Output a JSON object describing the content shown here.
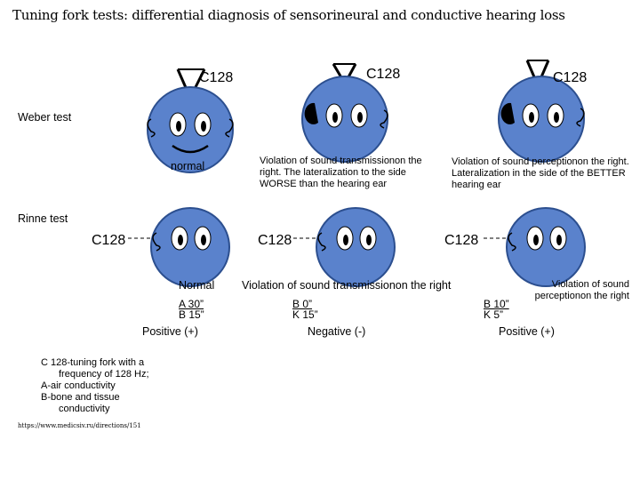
{
  "title": "Tuning fork tests: differential diagnosis of sensorineural and conductive hearing loss",
  "weber": {
    "label": "Weber test",
    "fork": "C128",
    "normal_label": "normal",
    "col2_text": "Violation of sound transmissionon the right. The lateralization to the side WORSE than the hearing ear",
    "col3_text": "Violation of sound perceptionon the right. Lateralization in the side of the BETTER hearing ear"
  },
  "rinne": {
    "label": "Rinne test",
    "fork": "C128",
    "cases": [
      {
        "caption": "Normal",
        "line1": "A 30”",
        "line2": "B 15”",
        "result": "Positive (+)"
      },
      {
        "caption": "Violation of sound transmissionon the right",
        "line1": "B  0”",
        "line2": "K 15”",
        "result": "Negative (-)"
      },
      {
        "caption": "Violation of sound perceptionon the right",
        "line1": "B 10”",
        "line2": "K  5”",
        "result": "Positive (+)"
      }
    ]
  },
  "legend": {
    "lines": [
      "C 128-tuning fork with a",
      "frequency of 128 Hz;",
      "A-air conductivity",
      "B-bone and tissue",
      "conductivity"
    ]
  },
  "source": "https://www.medicsiv.ru/directions/151",
  "colors": {
    "face": "#5a82cc",
    "face_stroke": "#2c4f8f",
    "dark": "#000000"
  }
}
